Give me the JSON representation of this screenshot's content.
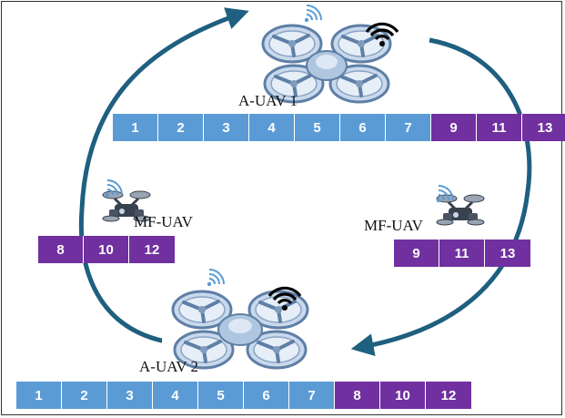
{
  "colors": {
    "blue_block": "#5B9BD5",
    "purple_block": "#7030A0",
    "arrow": "#1F5F7F",
    "drone_body": "#C9D9EC",
    "drone_stroke": "#5E7FA6",
    "dark_drone": "#38414E"
  },
  "icons": {
    "large_drone": "quadcopter-icon",
    "small_drone": "mini-drone-icon",
    "signal": "wifi-signal-icon"
  },
  "nodes": {
    "a_uav_1": {
      "label": "A-UAV 1",
      "blocks": [
        {
          "text": "1",
          "kind": "blue"
        },
        {
          "text": "2",
          "kind": "blue"
        },
        {
          "text": "3",
          "kind": "blue"
        },
        {
          "text": "4",
          "kind": "blue"
        },
        {
          "text": "5",
          "kind": "blue"
        },
        {
          "text": "6",
          "kind": "blue"
        },
        {
          "text": "7",
          "kind": "blue"
        },
        {
          "text": "9",
          "kind": "purple"
        },
        {
          "text": "11",
          "kind": "purple"
        },
        {
          "text": "13",
          "kind": "purple"
        }
      ]
    },
    "mf_uav_left": {
      "label": "MF-UAV",
      "blocks": [
        {
          "text": "8",
          "kind": "purple"
        },
        {
          "text": "10",
          "kind": "purple"
        },
        {
          "text": "12",
          "kind": "purple"
        }
      ]
    },
    "mf_uav_right": {
      "label": "MF-UAV",
      "blocks": [
        {
          "text": "9",
          "kind": "purple"
        },
        {
          "text": "11",
          "kind": "purple"
        },
        {
          "text": "13",
          "kind": "purple"
        }
      ]
    },
    "a_uav_2": {
      "label": "A-UAV 2",
      "blocks": [
        {
          "text": "1",
          "kind": "blue"
        },
        {
          "text": "2",
          "kind": "blue"
        },
        {
          "text": "3",
          "kind": "blue"
        },
        {
          "text": "4",
          "kind": "blue"
        },
        {
          "text": "5",
          "kind": "blue"
        },
        {
          "text": "6",
          "kind": "blue"
        },
        {
          "text": "7",
          "kind": "blue"
        },
        {
          "text": "8",
          "kind": "purple"
        },
        {
          "text": "10",
          "kind": "purple"
        },
        {
          "text": "12",
          "kind": "purple"
        }
      ]
    }
  }
}
